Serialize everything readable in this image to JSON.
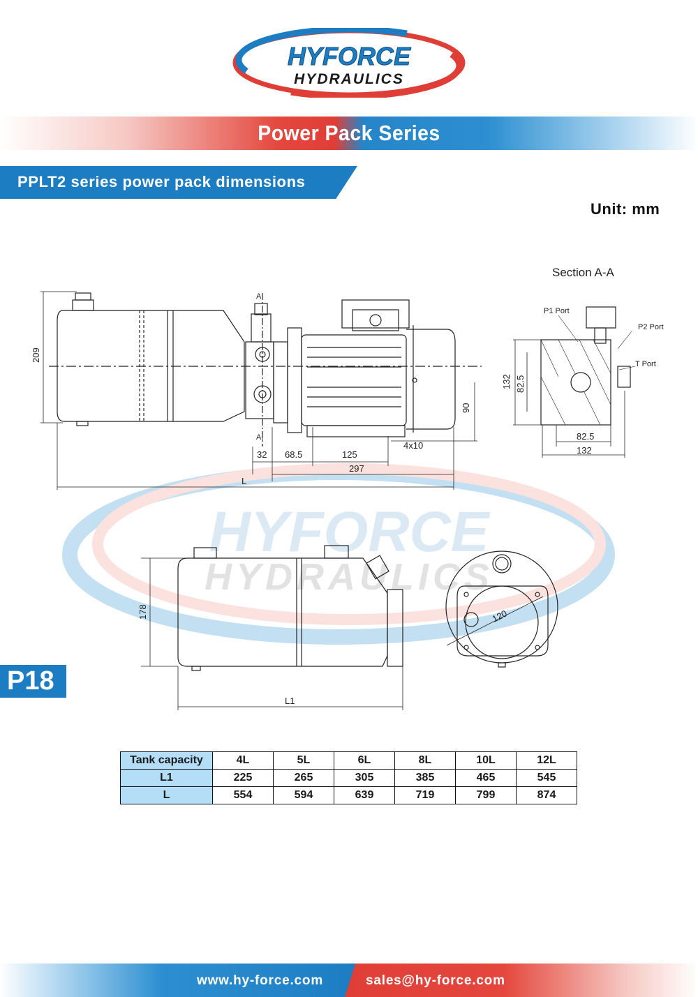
{
  "brand": {
    "logo_line1": "HYFORCE",
    "logo_line2": "HYDRAULICS",
    "colors": {
      "blue": "#1d7dc3",
      "red": "#df3e37",
      "header_cell": "#b4def7"
    }
  },
  "banner": {
    "title": "Power Pack Series"
  },
  "section": {
    "title": "PPLT2 series power pack dimensions",
    "unit": "Unit: mm"
  },
  "drawing": {
    "section_label": "Section A-A",
    "ports": {
      "p1": "P1 Port",
      "p2": "P2 Port",
      "t": "T Port"
    },
    "side_view_dims": {
      "height": "209",
      "d32": "32",
      "d68_5": "68.5",
      "d125": "125",
      "d297": "297",
      "length": "L",
      "bolt": "4x10",
      "d90": "90",
      "section_mark": "A"
    },
    "section_dims": {
      "h132": "132",
      "h82_5": "82.5",
      "w82_5": "82.5",
      "w132": "132"
    },
    "tank_dims": {
      "height": "178",
      "length": "L1",
      "diameter": "120"
    }
  },
  "page_tag": "P18",
  "table": {
    "header_label": "Tank capacity",
    "capacities": [
      "4L",
      "5L",
      "6L",
      "8L",
      "10L",
      "12L"
    ],
    "rows": [
      {
        "label": "L1",
        "values": [
          "225",
          "265",
          "305",
          "385",
          "465",
          "545"
        ]
      },
      {
        "label": "L",
        "values": [
          "554",
          "594",
          "639",
          "719",
          "799",
          "874"
        ]
      }
    ]
  },
  "footer": {
    "website": "www.hy-force.com",
    "email": "sales@hy-force.com"
  }
}
